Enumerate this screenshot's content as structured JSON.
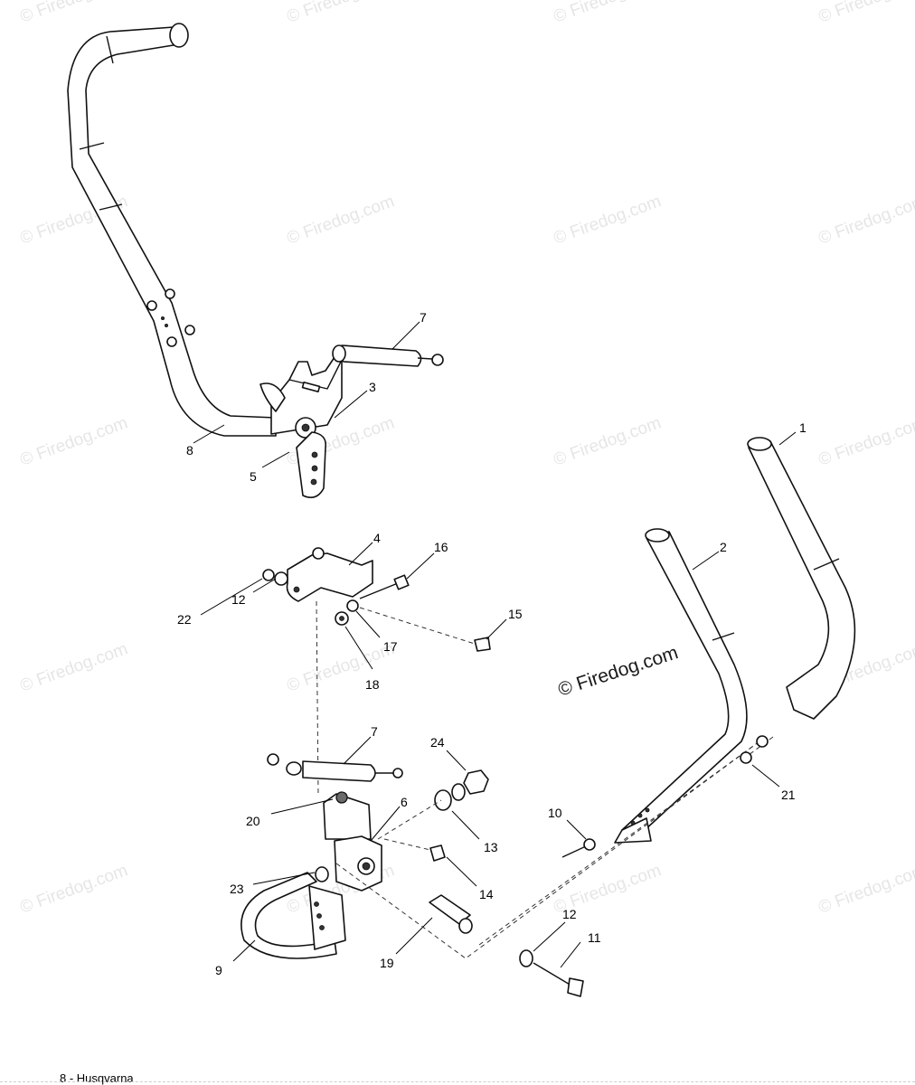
{
  "watermark": {
    "repeated": "© Firedog.com",
    "main": "© Firedog.com"
  },
  "callouts": [
    {
      "id": "c1",
      "label": "1"
    },
    {
      "id": "c2",
      "label": "2"
    },
    {
      "id": "c3",
      "label": "3"
    },
    {
      "id": "c4",
      "label": "4"
    },
    {
      "id": "c5",
      "label": "5"
    },
    {
      "id": "c6",
      "label": "6"
    },
    {
      "id": "c7a",
      "label": "7"
    },
    {
      "id": "c7b",
      "label": "7"
    },
    {
      "id": "c8",
      "label": "8"
    },
    {
      "id": "c9",
      "label": "9"
    },
    {
      "id": "c10",
      "label": "10"
    },
    {
      "id": "c11",
      "label": "11"
    },
    {
      "id": "c12a",
      "label": "12"
    },
    {
      "id": "c12b",
      "label": "12"
    },
    {
      "id": "c13",
      "label": "13"
    },
    {
      "id": "c14",
      "label": "14"
    },
    {
      "id": "c15",
      "label": "15"
    },
    {
      "id": "c16",
      "label": "16"
    },
    {
      "id": "c17",
      "label": "17"
    },
    {
      "id": "c18",
      "label": "18"
    },
    {
      "id": "c19",
      "label": "19"
    },
    {
      "id": "c20",
      "label": "20"
    },
    {
      "id": "c21",
      "label": "21"
    },
    {
      "id": "c22",
      "label": "22"
    },
    {
      "id": "c23",
      "label": "23"
    },
    {
      "id": "c24",
      "label": "24"
    }
  ],
  "footer": {
    "page_label": "8 - Husqvarna"
  }
}
